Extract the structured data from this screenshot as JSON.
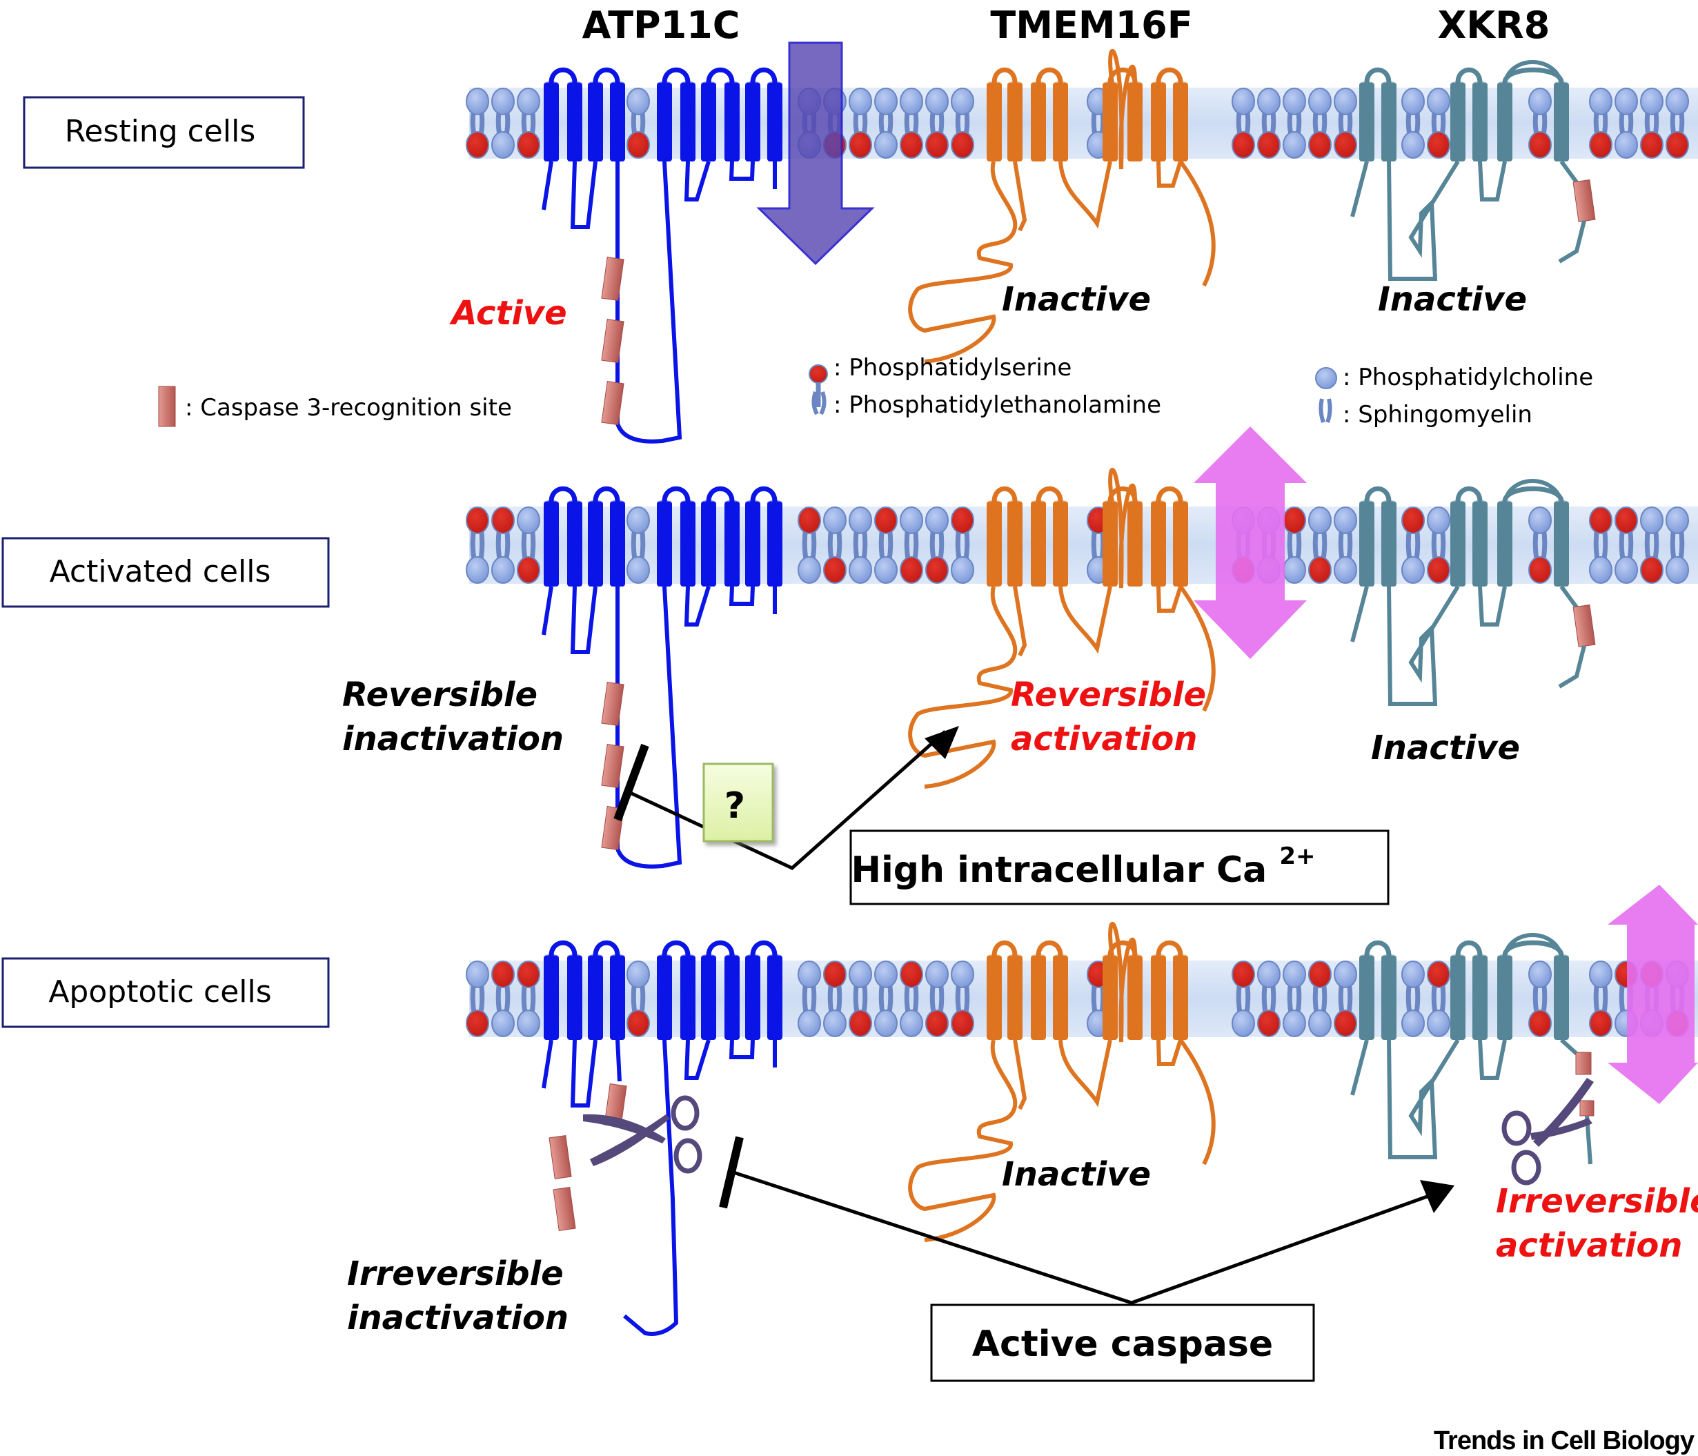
{
  "proteins": {
    "atp11c": {
      "name": "ATP11C",
      "color": "#0a14e6"
    },
    "tmem16f": {
      "name": "TMEM16F",
      "color": "#de7420"
    },
    "xkr8": {
      "name": "XKR8",
      "color": "#558596"
    }
  },
  "colors": {
    "membrane_band": "#d3e1f5",
    "lipid_head_pc": "#8aa6e2",
    "lipid_head_ps": "#d2231c",
    "lipid_tail": "#6b86c2",
    "flippase_arrow": "#5747b0",
    "scramble_arrow": "#e46ff0",
    "caspase_site": "#c56e6a",
    "scissors": "#55487a",
    "active_text": "#ee1111",
    "inactive_text": "#000000",
    "question_box": "#e6f5b8"
  },
  "rows": [
    {
      "id": "resting",
      "label": "Resting cells",
      "states": {
        "atp11c": {
          "text": [
            "Active"
          ],
          "tone": "active"
        },
        "tmem16f": {
          "text": [
            "Inactive"
          ],
          "tone": "inactive"
        },
        "xkr8": {
          "text": [
            "Inactive"
          ],
          "tone": "inactive"
        }
      }
    },
    {
      "id": "activated",
      "label": "Activated cells",
      "states": {
        "atp11c": {
          "text": [
            "Reversible",
            "inactivation"
          ],
          "tone": "inactive"
        },
        "tmem16f": {
          "text": [
            "Reversible",
            "activation"
          ],
          "tone": "active"
        },
        "xkr8": {
          "text": [
            "Inactive"
          ],
          "tone": "inactive"
        }
      }
    },
    {
      "id": "apoptotic",
      "label": "Apoptotic cells",
      "states": {
        "atp11c": {
          "text": [
            "Irreversible",
            "inactivation"
          ],
          "tone": "inactive"
        },
        "tmem16f": {
          "text": [
            "Inactive"
          ],
          "tone": "inactive"
        },
        "xkr8": {
          "text": [
            "Irreversible",
            "activation"
          ],
          "tone": "active"
        }
      }
    }
  ],
  "legend": {
    "caspase_site": ": Caspase 3-recognition site",
    "phosphatidylserine": ": Phosphatidylserine",
    "phosphatidylethanolamine": ": Phosphatidylethanolamine",
    "phosphatidylcholine": ": Phosphatidylcholine",
    "sphingomyelin": ": Sphingomyelin"
  },
  "triggers": {
    "calcium": {
      "text": "High intracellular Ca",
      "superscript": "2+"
    },
    "unknown_mediator": "?",
    "caspase": "Active caspase"
  },
  "credit": "Trends in Cell Biology"
}
